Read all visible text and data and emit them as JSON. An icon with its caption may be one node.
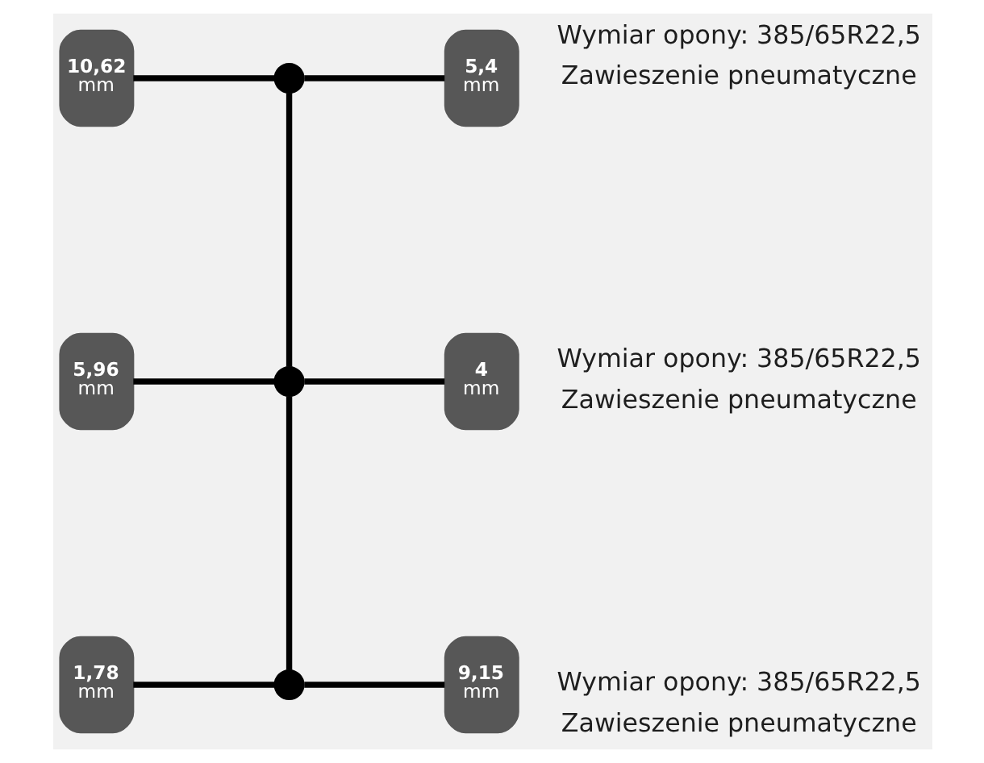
{
  "diagram": {
    "nodes": [
      {
        "text": [
          "10,62 mm"
        ]
      },
      {
        "text": [],
        "shape": "circle"
      },
      {
        "text": [
          "5,4 mm"
        ]
      },
      {
        "text": [
          "5,96 mm"
        ]
      },
      {
        "text": [],
        "shape": "circle"
      },
      {
        "text": [
          "4 mm"
        ]
      },
      {
        "text": [
          "1,78 mm"
        ]
      },
      {
        "text": [],
        "shape": "circle"
      },
      {
        "text": [
          "9,15 mm"
        ]
      }
    ],
    "edges": [
      {
        "from": 0,
        "to": 1,
        "arrow": "none"
      },
      {
        "from": 1,
        "to": 2,
        "arrow": "none"
      },
      {
        "from": 1,
        "to": 4,
        "arrow": "none"
      },
      {
        "from": 3,
        "to": 4,
        "arrow": "none"
      },
      {
        "from": 4,
        "to": 5,
        "arrow": "none"
      },
      {
        "from": 4,
        "to": 7,
        "arrow": "none"
      },
      {
        "from": 6,
        "to": 7,
        "arrow": "none"
      },
      {
        "from": 7,
        "to": 8,
        "arrow": "none"
      }
    ],
    "labels": [
      "Wymiar opony: 385/65R22,5",
      "Zawieszenie pneumatyczne",
      "Wymiar opony: 385/65R22,5",
      "Zawieszenie pneumatyczne",
      "Wymiar opony: 385/65R22,5",
      "Zawieszenie pneumatyczne"
    ]
  }
}
